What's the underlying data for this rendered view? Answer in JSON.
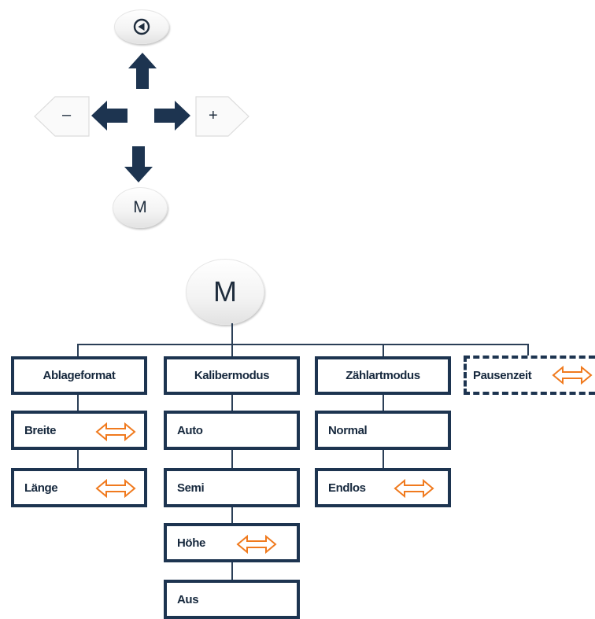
{
  "keypad": {
    "plus_label": "+",
    "minus_label": "–",
    "menu_label": "M"
  },
  "tree": {
    "root_label": "M",
    "columns": [
      {
        "header": "Ablageformat",
        "items": [
          "Breite",
          "Länge"
        ]
      },
      {
        "header": "Kalibermodus",
        "items": [
          "Auto",
          "Semi",
          "Höhe",
          "Aus"
        ]
      },
      {
        "header": "Zählartmodus",
        "items": [
          "Normal",
          "Endlos"
        ]
      },
      {
        "header": "Pausenzeit",
        "items": []
      }
    ]
  },
  "colors": {
    "navy": "#1d3450",
    "orange": "#f07a1e"
  }
}
